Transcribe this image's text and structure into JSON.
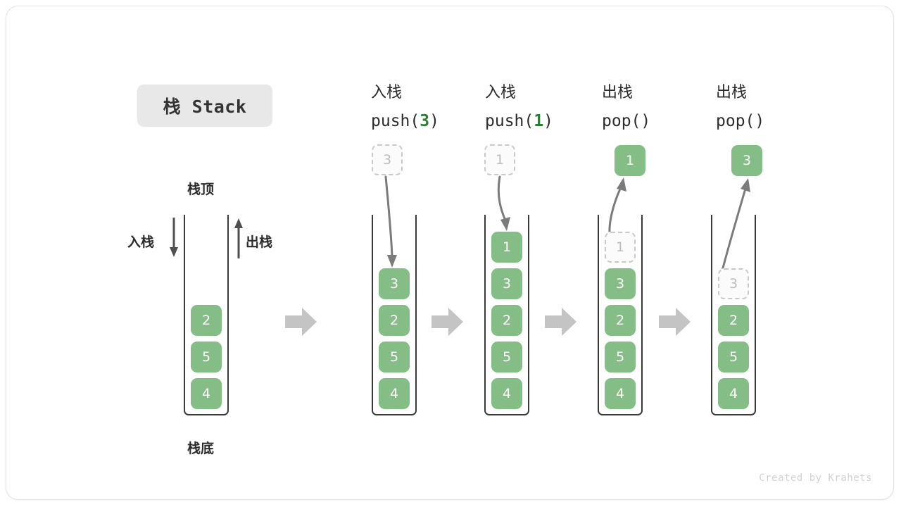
{
  "title_badge": "栈 Stack",
  "left_diagram": {
    "top_label": "栈顶",
    "bottom_label": "栈底",
    "push_label": "入栈",
    "pop_label": "出栈",
    "cells": [
      "2",
      "5",
      "4"
    ]
  },
  "columns": [
    {
      "id": "push-3",
      "zh": "入栈",
      "fn_prefix": "push(",
      "fn_arg": "3",
      "fn_suffix": ")",
      "floating_cell": {
        "value": "3",
        "style": "ghost"
      },
      "cells": [
        "3",
        "2",
        "5",
        "4"
      ],
      "arrow": "push"
    },
    {
      "id": "push-1",
      "zh": "入栈",
      "fn_prefix": "push(",
      "fn_arg": "1",
      "fn_suffix": ")",
      "floating_cell": {
        "value": "1",
        "style": "ghost"
      },
      "cells": [
        "1",
        "3",
        "2",
        "5",
        "4"
      ],
      "arrow": "push"
    },
    {
      "id": "pop-1",
      "zh": "出栈",
      "fn_prefix": "pop(",
      "fn_arg": "",
      "fn_suffix": ")",
      "floating_cell": {
        "value": "1",
        "style": "filled"
      },
      "cells": [
        "1",
        "3",
        "2",
        "5",
        "4"
      ],
      "ghost_index": 0,
      "arrow": "pop"
    },
    {
      "id": "pop-3",
      "zh": "出栈",
      "fn_prefix": "pop(",
      "fn_arg": "",
      "fn_suffix": ")",
      "floating_cell": {
        "value": "3",
        "style": "filled"
      },
      "cells": [
        "",
        "3",
        "2",
        "5",
        "4"
      ],
      "ghost_index": 1,
      "arrow": "pop"
    }
  ],
  "colors": {
    "green": "#85bd86",
    "green_text": "#2e7d32",
    "gray_arrow": "#c4c4c4",
    "curve_arrow": "#7b7b7b",
    "vessel_border": "#3a3a3a"
  },
  "footer": "Created by Krahets"
}
